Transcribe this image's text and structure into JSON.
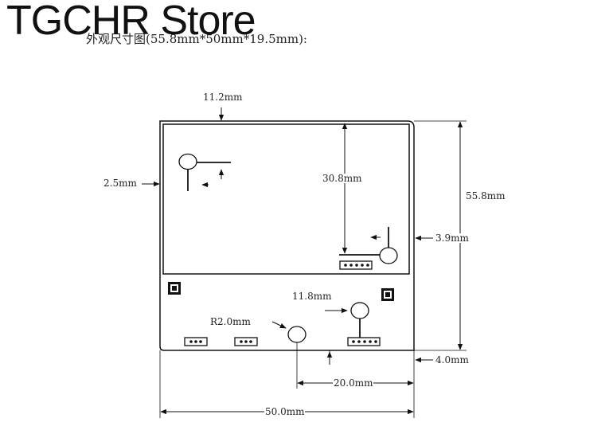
{
  "watermark": "TGCHR Store",
  "spec_line": "外观尺寸图(55.8mm*50mm*19.5mm):",
  "dimensions": {
    "top_margin": "11.2mm",
    "left_margin": "2.5mm",
    "screen_height": "30.8mm",
    "total_height": "55.8mm",
    "right_hole_offset": "3.9mm",
    "hole_offset": "11.8mm",
    "hole_radius": "R2.0mm",
    "bottom_hole_offset": "4.0mm",
    "hole_spacing": "20.0mm",
    "total_width": "50.0mm"
  }
}
